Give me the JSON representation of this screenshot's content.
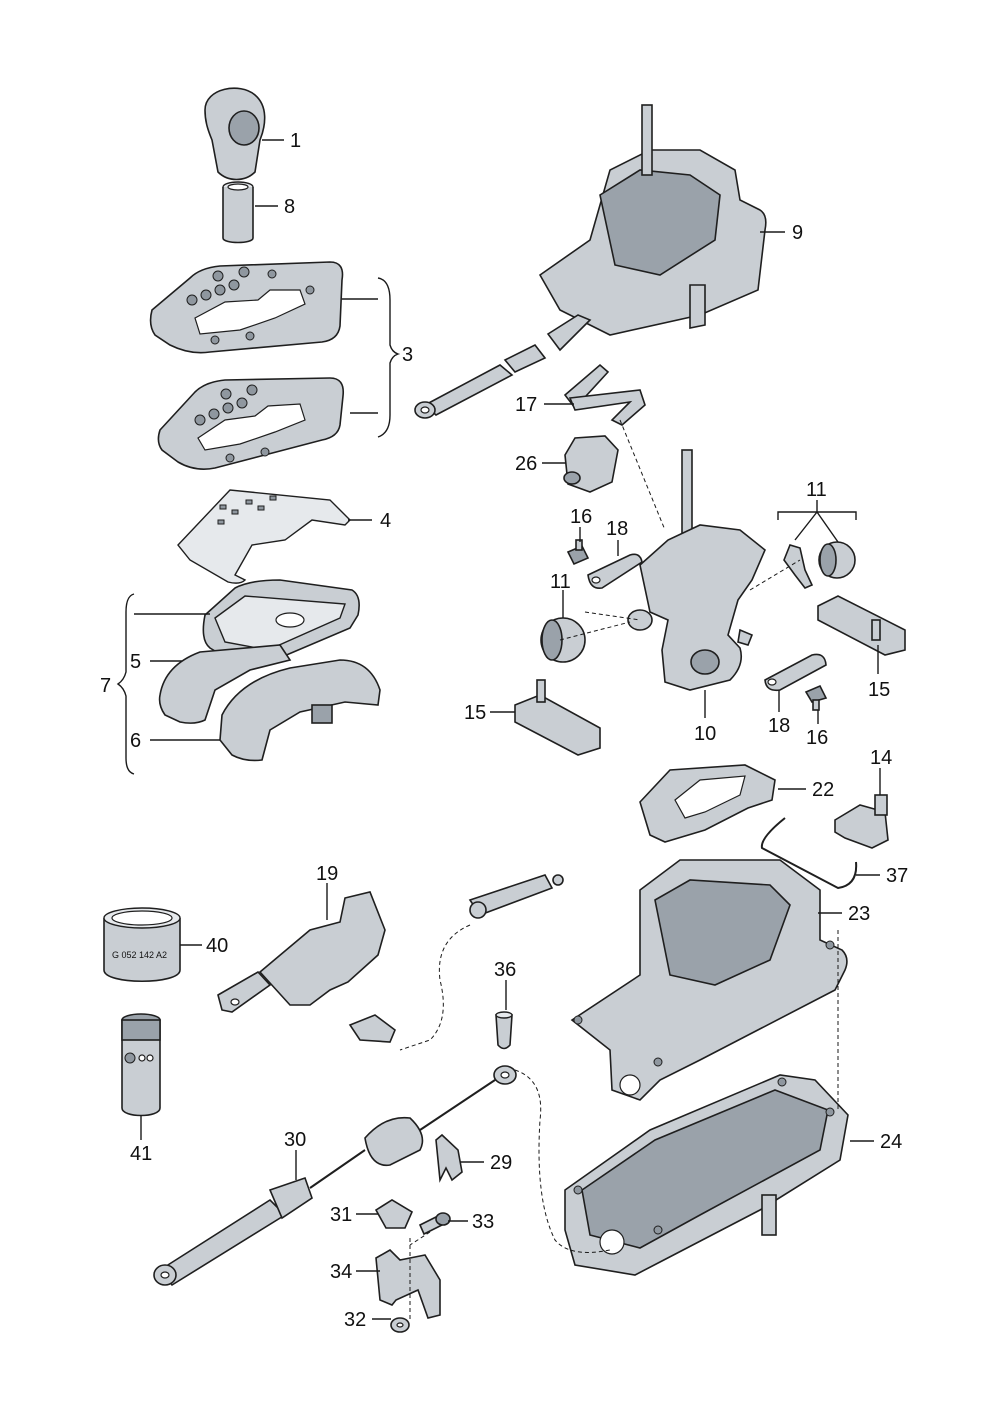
{
  "callouts": {
    "c1": "1",
    "c8": "8",
    "c9": "9",
    "c3": "3",
    "c17": "17",
    "c26": "26",
    "c4": "4",
    "c11a": "11",
    "c16a": "16",
    "c18a": "18",
    "c11b": "11",
    "c5": "5",
    "c7": "7",
    "c6": "6",
    "c15a": "15",
    "c15b": "15",
    "c10": "10",
    "c18b": "18",
    "c16b": "16",
    "c14": "14",
    "c22": "22",
    "c37": "37",
    "c19": "19",
    "c23": "23",
    "c40": "40",
    "c36": "36",
    "c41": "41",
    "c30": "30",
    "c24": "24",
    "c29": "29",
    "c31": "31",
    "c33": "33",
    "c34": "34",
    "c32": "32"
  },
  "part_markings": {
    "can_label": "G 052 142 A2"
  },
  "colors": {
    "part": "#c9ced3",
    "line": "#1f1f1f",
    "background": "#ffffff"
  }
}
